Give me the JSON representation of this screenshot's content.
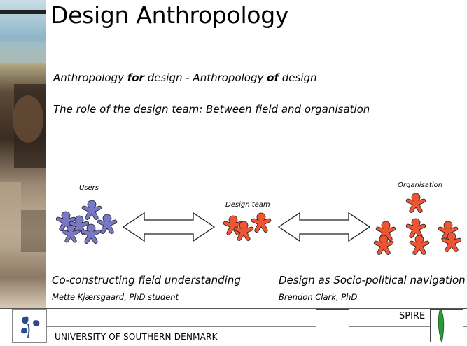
{
  "title": "Design Anthropology",
  "subtitle1": {
    "part1": "Anthropology ",
    "bold1": "for",
    "part2": " design   - Anthropology ",
    "bold2": "of",
    "part3": " design"
  },
  "subtitle2": "The role of the design team: Between field and organisation",
  "diagram": {
    "users_label": "Users",
    "team_label": "Design team",
    "org_label": "Organisation",
    "colors": {
      "users": "#7878c4",
      "team": "#ee5533",
      "org": "#ee5533"
    }
  },
  "left_caption": "Co-constructing field understanding",
  "left_author": "Mette Kjærsgaard, PhD student",
  "right_caption": "Design as Socio-political navigation",
  "right_author": "Brendon Clark, PhD",
  "footer": {
    "university": "UNIVERSITY OF SOUTHERN DENMARK",
    "spire": "SPIRE"
  }
}
